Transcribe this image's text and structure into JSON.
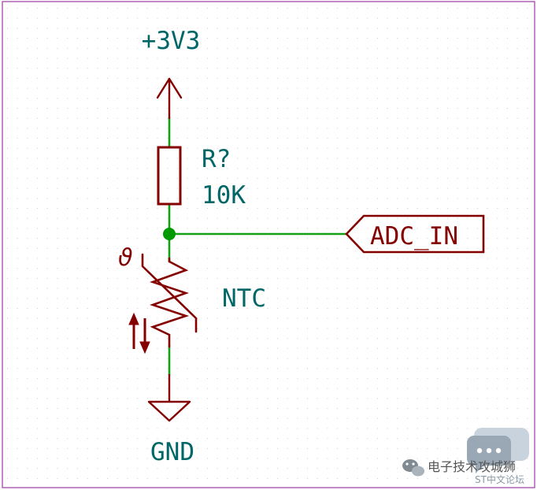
{
  "labels": {
    "power": "+3V3",
    "resistor_ref": "R?",
    "resistor_value": "10K",
    "thermistor": "NTC",
    "ground": "GND",
    "net_label": "ADC_IN",
    "theta_symbol": "ϑ"
  },
  "watermark": {
    "main": "电子技术攻城狮",
    "sub": "ST中文论坛"
  },
  "colors": {
    "wire": "#14a014",
    "component": "#840000",
    "text": "#006666",
    "junction": "#009900",
    "grid": "#c8c8c8",
    "border": "#9a3aa4"
  },
  "icons": [
    "wechat-icon",
    "chat-bubble-icon"
  ]
}
